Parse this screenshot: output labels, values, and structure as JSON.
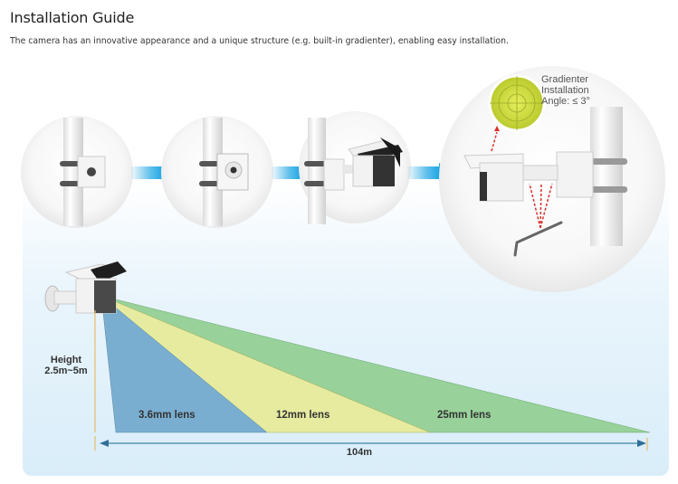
{
  "header": {
    "title": "Installation Guide",
    "subtitle": "The camera has an innovative appearance and a unique structure (e.g. built-in gradienter), enabling easy installation."
  },
  "steps": [
    {
      "name": "mount-plate-on-pole"
    },
    {
      "name": "junction-box-on-pole"
    },
    {
      "name": "camera-mounted-on-pole"
    },
    {
      "name": "gradienter-adjustment"
    }
  ],
  "gradienter": {
    "line1": "Gradienter",
    "line2": "Installation",
    "line3": "Angle: ≤ 3°"
  },
  "coverage": {
    "height_label": "Height",
    "height_range": "2.5m~5m",
    "distance_label": "104m",
    "lenses": [
      {
        "label": "3.6mm lens",
        "color": "#7aaed0"
      },
      {
        "label": "12mm lens",
        "color": "#e6eba0"
      },
      {
        "label": "25mm lens",
        "color": "#98d29a"
      }
    ]
  },
  "colors": {
    "arrow": "#1fa6e4",
    "height_line": "#e8c070",
    "distance_arrow": "#3c84a8",
    "gradienter_dash": "#d9322a"
  }
}
